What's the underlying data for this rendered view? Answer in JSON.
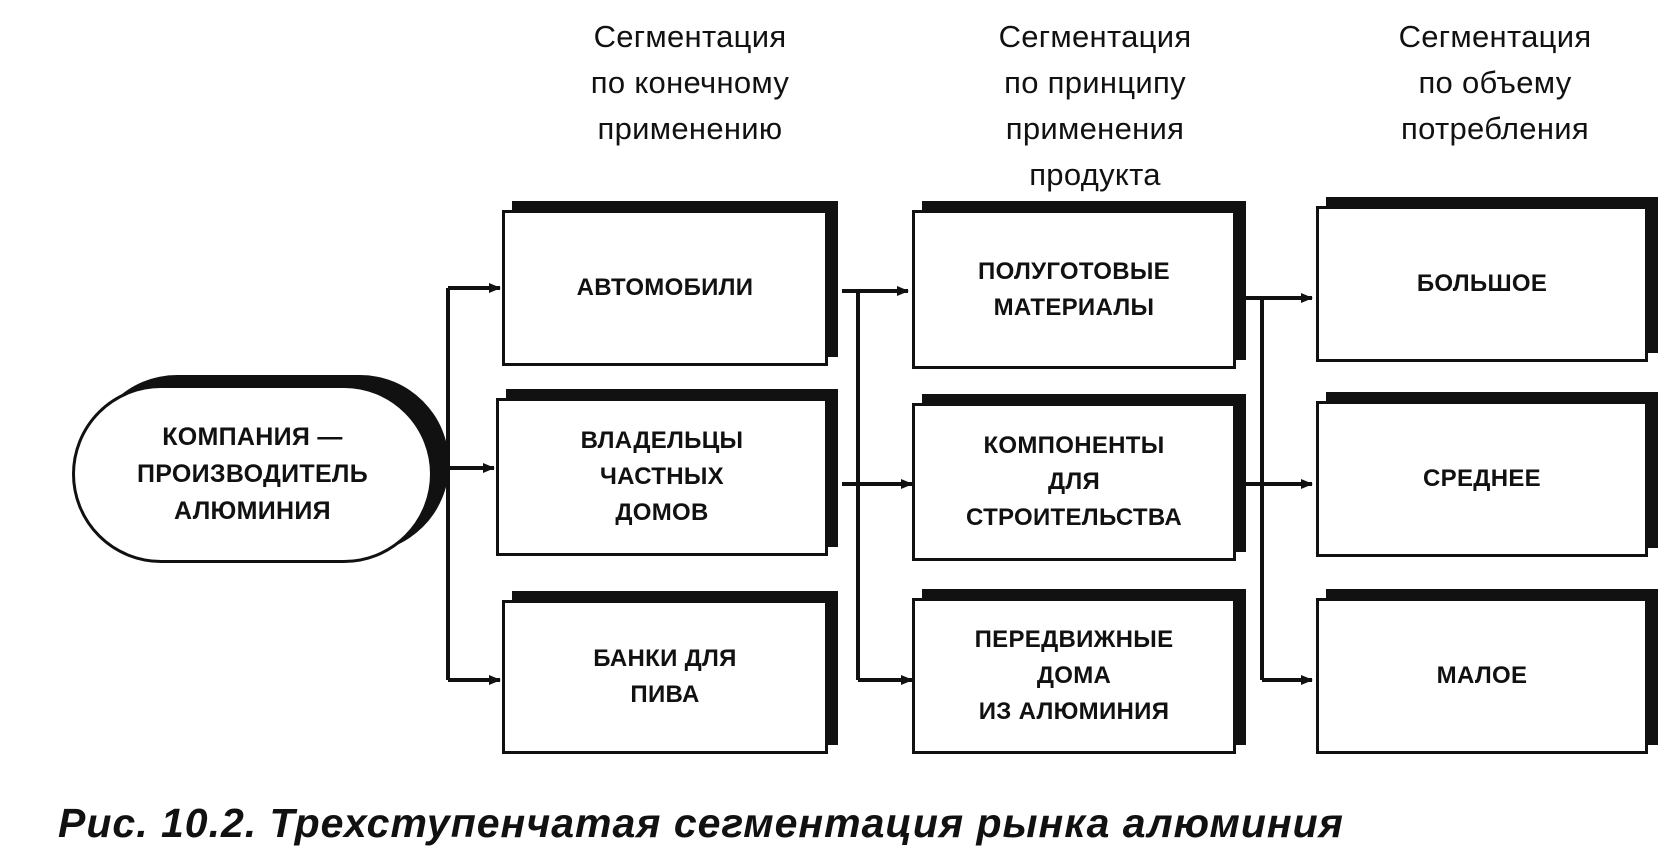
{
  "headers": {
    "end_use": "Сегментация\nпо конечному\nприменению",
    "product_use": "Сегментация\nпо принципу\nприменения\nпродукта",
    "volume": "Сегментация\nпо объему\nпотребления"
  },
  "company": "КОМПАНИЯ —\nПРОИЗВОДИТЕЛЬ\nАЛЮМИНИЯ",
  "end_use_segments": [
    "АВТОМОБИЛИ",
    "ВЛАДЕЛЬЦЫ\nЧАСТНЫХ\nДОМОВ",
    "БАНКИ ДЛЯ\nПИВА"
  ],
  "product_use_segments": [
    "ПОЛУГОТОВЫЕ\nМАТЕРИАЛЫ",
    "КОМПОНЕНТЫ\nДЛЯ\nСТРОИТЕЛЬСТВА",
    "ПЕРЕДВИЖНЫЕ\nДОМА\nИЗ АЛЮМИНИЯ"
  ],
  "volume_segments": [
    "БОЛЬШОЕ",
    "СРЕДНЕЕ",
    "МАЛОЕ"
  ],
  "caption": "Рис. 10.2. Трехступенчатая сегментация рынка алюминия"
}
